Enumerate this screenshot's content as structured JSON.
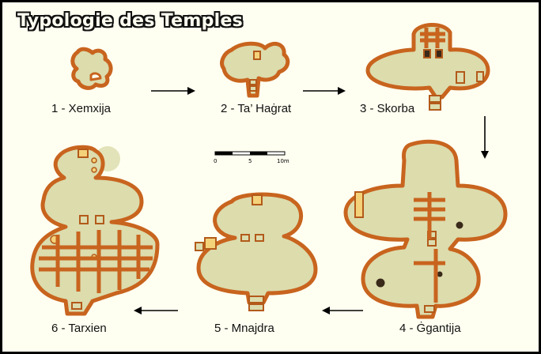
{
  "title": "Typologie des Temples",
  "temples": [
    {
      "label": "1 - Xemxija"
    },
    {
      "label": "2 - Ta’ Haġrat"
    },
    {
      "label": "3 - Skorba"
    },
    {
      "label": "4 - Ġgantija"
    },
    {
      "label": "5 - Mnajdra"
    },
    {
      "label": "6 - Tarxien"
    }
  ],
  "scale_bar": {
    "ticks": [
      "0",
      "5",
      "10m"
    ]
  },
  "colors": {
    "fill": "#dcdcad",
    "outline": "#c8641e",
    "background": "#fffff1",
    "door": "#f4d27a"
  }
}
